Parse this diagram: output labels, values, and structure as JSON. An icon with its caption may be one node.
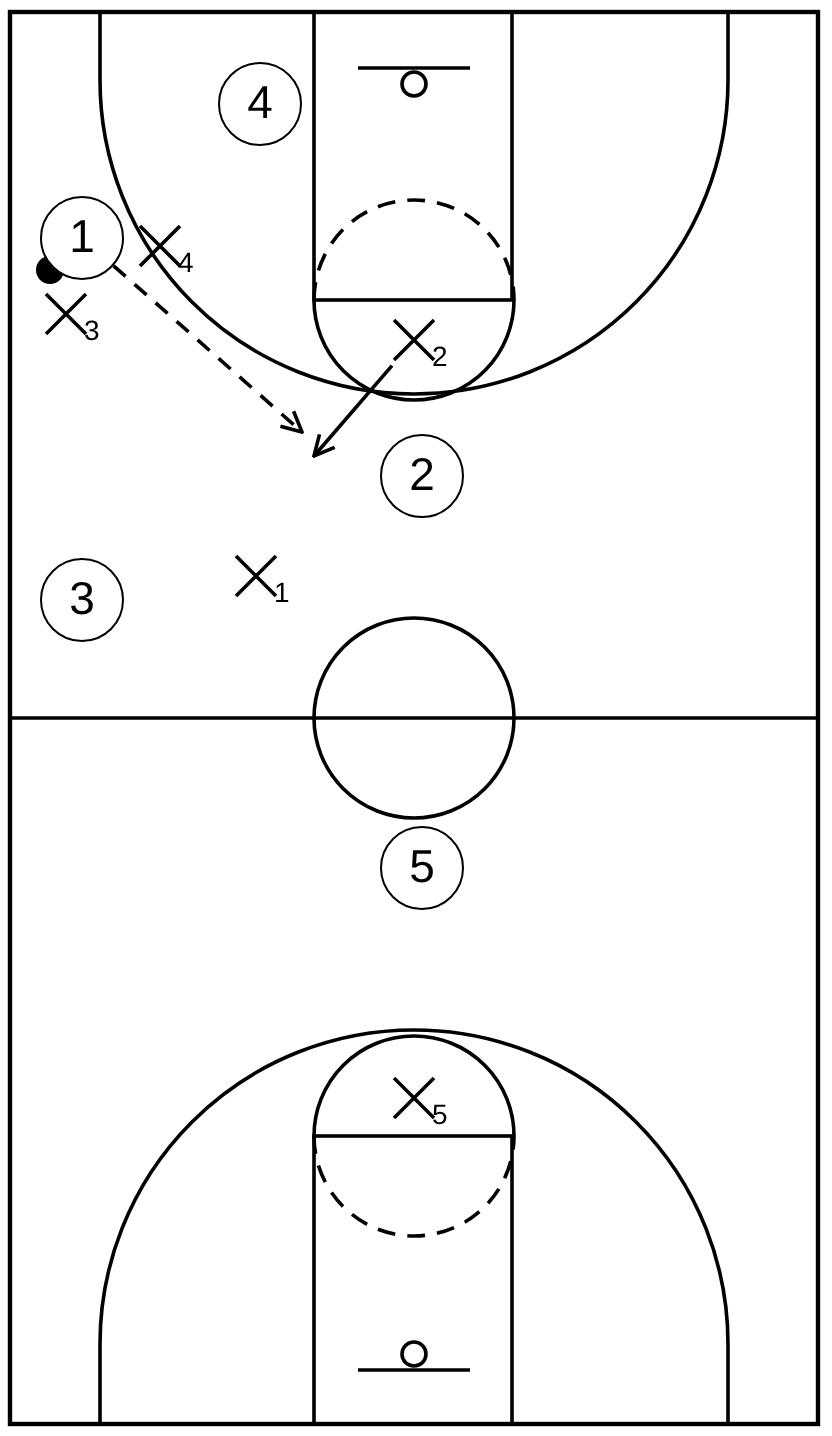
{
  "diagram": {
    "nodes": [
      {
        "text": [
          "4"
        ]
      },
      {
        "text": [
          "1"
        ]
      },
      {
        "text": [
          "4"
        ]
      },
      {
        "text": [
          "3"
        ]
      },
      {
        "text": [
          "2"
        ]
      },
      {
        "text": [
          "2"
        ]
      },
      {
        "text": [
          "3"
        ]
      },
      {
        "text": [
          "1"
        ]
      },
      {
        "text": [
          "5"
        ]
      },
      {
        "text": [
          "5"
        ]
      }
    ],
    "edges": [
      {
        "from": 1,
        "to": null,
        "arrow": "to",
        "style": "dashed"
      },
      {
        "from": 4,
        "to": null,
        "arrow": "to"
      }
    ]
  }
}
